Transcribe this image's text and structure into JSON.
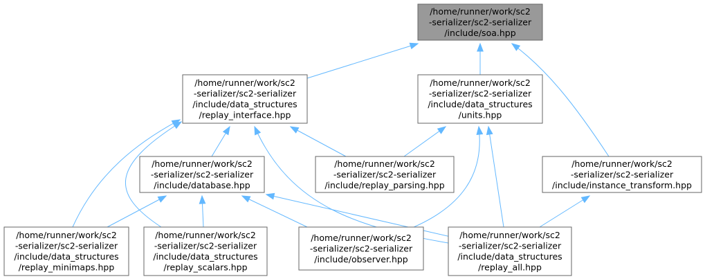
{
  "graph": {
    "nodes": [
      {
        "id": "soa",
        "lines": [
          "/home/runner/work/sc2",
          "-serializer/sc2-serializer",
          "/include/soa.hpp"
        ],
        "highlighted": true
      },
      {
        "id": "replay_interface",
        "lines": [
          "/home/runner/work/sc2",
          "-serializer/sc2-serializer",
          "/include/data_structures",
          "/replay_interface.hpp"
        ]
      },
      {
        "id": "units",
        "lines": [
          "/home/runner/work/sc2",
          "-serializer/sc2-serializer",
          "/include/data_structures",
          "/units.hpp"
        ]
      },
      {
        "id": "database",
        "lines": [
          "/home/runner/work/sc2",
          "-serializer/sc2-serializer",
          "/include/database.hpp"
        ]
      },
      {
        "id": "replay_parsing",
        "lines": [
          "/home/runner/work/sc2",
          "-serializer/sc2-serializer",
          "/include/replay_parsing.hpp"
        ]
      },
      {
        "id": "instance_transform",
        "lines": [
          "/home/runner/work/sc2",
          "-serializer/sc2-serializer",
          "/include/instance_transform.hpp"
        ]
      },
      {
        "id": "replay_minimaps",
        "lines": [
          "/home/runner/work/sc2",
          "-serializer/sc2-serializer",
          "/include/data_structures",
          "/replay_minimaps.hpp"
        ]
      },
      {
        "id": "replay_scalars",
        "lines": [
          "/home/runner/work/sc2",
          "-serializer/sc2-serializer",
          "/include/data_structures",
          "/replay_scalars.hpp"
        ]
      },
      {
        "id": "observer",
        "lines": [
          "/home/runner/work/sc2",
          "-serializer/sc2-serializer",
          "/include/observer.hpp"
        ]
      },
      {
        "id": "replay_all",
        "lines": [
          "/home/runner/work/sc2",
          "-serializer/sc2-serializer",
          "/include/data_structures",
          "/replay_all.hpp"
        ]
      }
    ],
    "edges": [
      {
        "from": "replay_interface",
        "to": "soa"
      },
      {
        "from": "units",
        "to": "soa"
      },
      {
        "from": "instance_transform",
        "to": "soa"
      },
      {
        "from": "replay_minimaps",
        "to": "replay_interface"
      },
      {
        "from": "replay_scalars",
        "to": "replay_interface"
      },
      {
        "from": "database",
        "to": "replay_interface"
      },
      {
        "from": "replay_all",
        "to": "replay_interface"
      },
      {
        "from": "replay_parsing",
        "to": "replay_interface"
      },
      {
        "from": "replay_parsing",
        "to": "units"
      },
      {
        "from": "observer",
        "to": "units"
      },
      {
        "from": "replay_all",
        "to": "units"
      },
      {
        "from": "replay_minimaps",
        "to": "database"
      },
      {
        "from": "replay_scalars",
        "to": "database"
      },
      {
        "from": "observer",
        "to": "database"
      },
      {
        "from": "replay_all",
        "to": "database"
      },
      {
        "from": "replay_all",
        "to": "instance_transform"
      }
    ]
  }
}
